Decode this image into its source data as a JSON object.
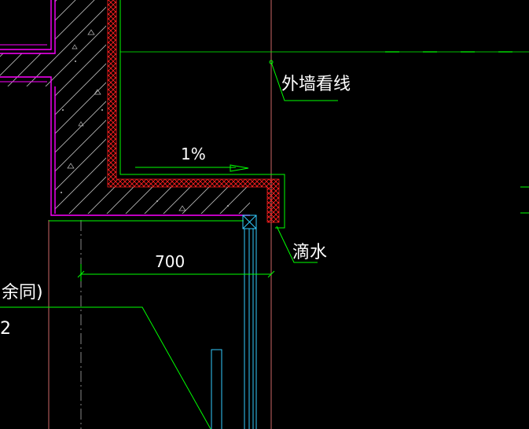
{
  "colors": {
    "background": "#000000",
    "wall_outline": "#ff00ff",
    "leader": "#00ff00",
    "grid": "#ff8080",
    "window": "#33ccff",
    "insulation": "#ff2020",
    "text": "#ffffff"
  },
  "labels": {
    "exterior_wall_line": "外墙看线",
    "slope": "1%",
    "drip": "滴水",
    "dimension": "700",
    "others_same": "余同)",
    "partial_note": "2"
  }
}
